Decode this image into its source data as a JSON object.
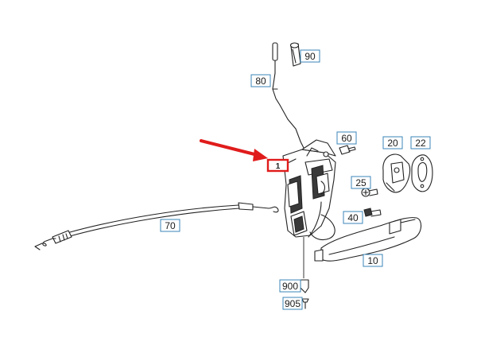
{
  "colors": {
    "label_border": "#3b86b8",
    "arrow": "#e01b1b",
    "highlight": "#e01b1b",
    "ink": "#222222"
  },
  "callouts": [
    {
      "id": "90",
      "label": "90"
    },
    {
      "id": "80",
      "label": "80"
    },
    {
      "id": "60",
      "label": "60"
    },
    {
      "id": "20",
      "label": "20"
    },
    {
      "id": "22",
      "label": "22"
    },
    {
      "id": "25",
      "label": "25"
    },
    {
      "id": "40",
      "label": "40"
    },
    {
      "id": "70",
      "label": "70"
    },
    {
      "id": "10",
      "label": "10"
    },
    {
      "id": "900",
      "label": "900"
    },
    {
      "id": "905",
      "label": "905"
    }
  ],
  "highlighted_label": "1"
}
